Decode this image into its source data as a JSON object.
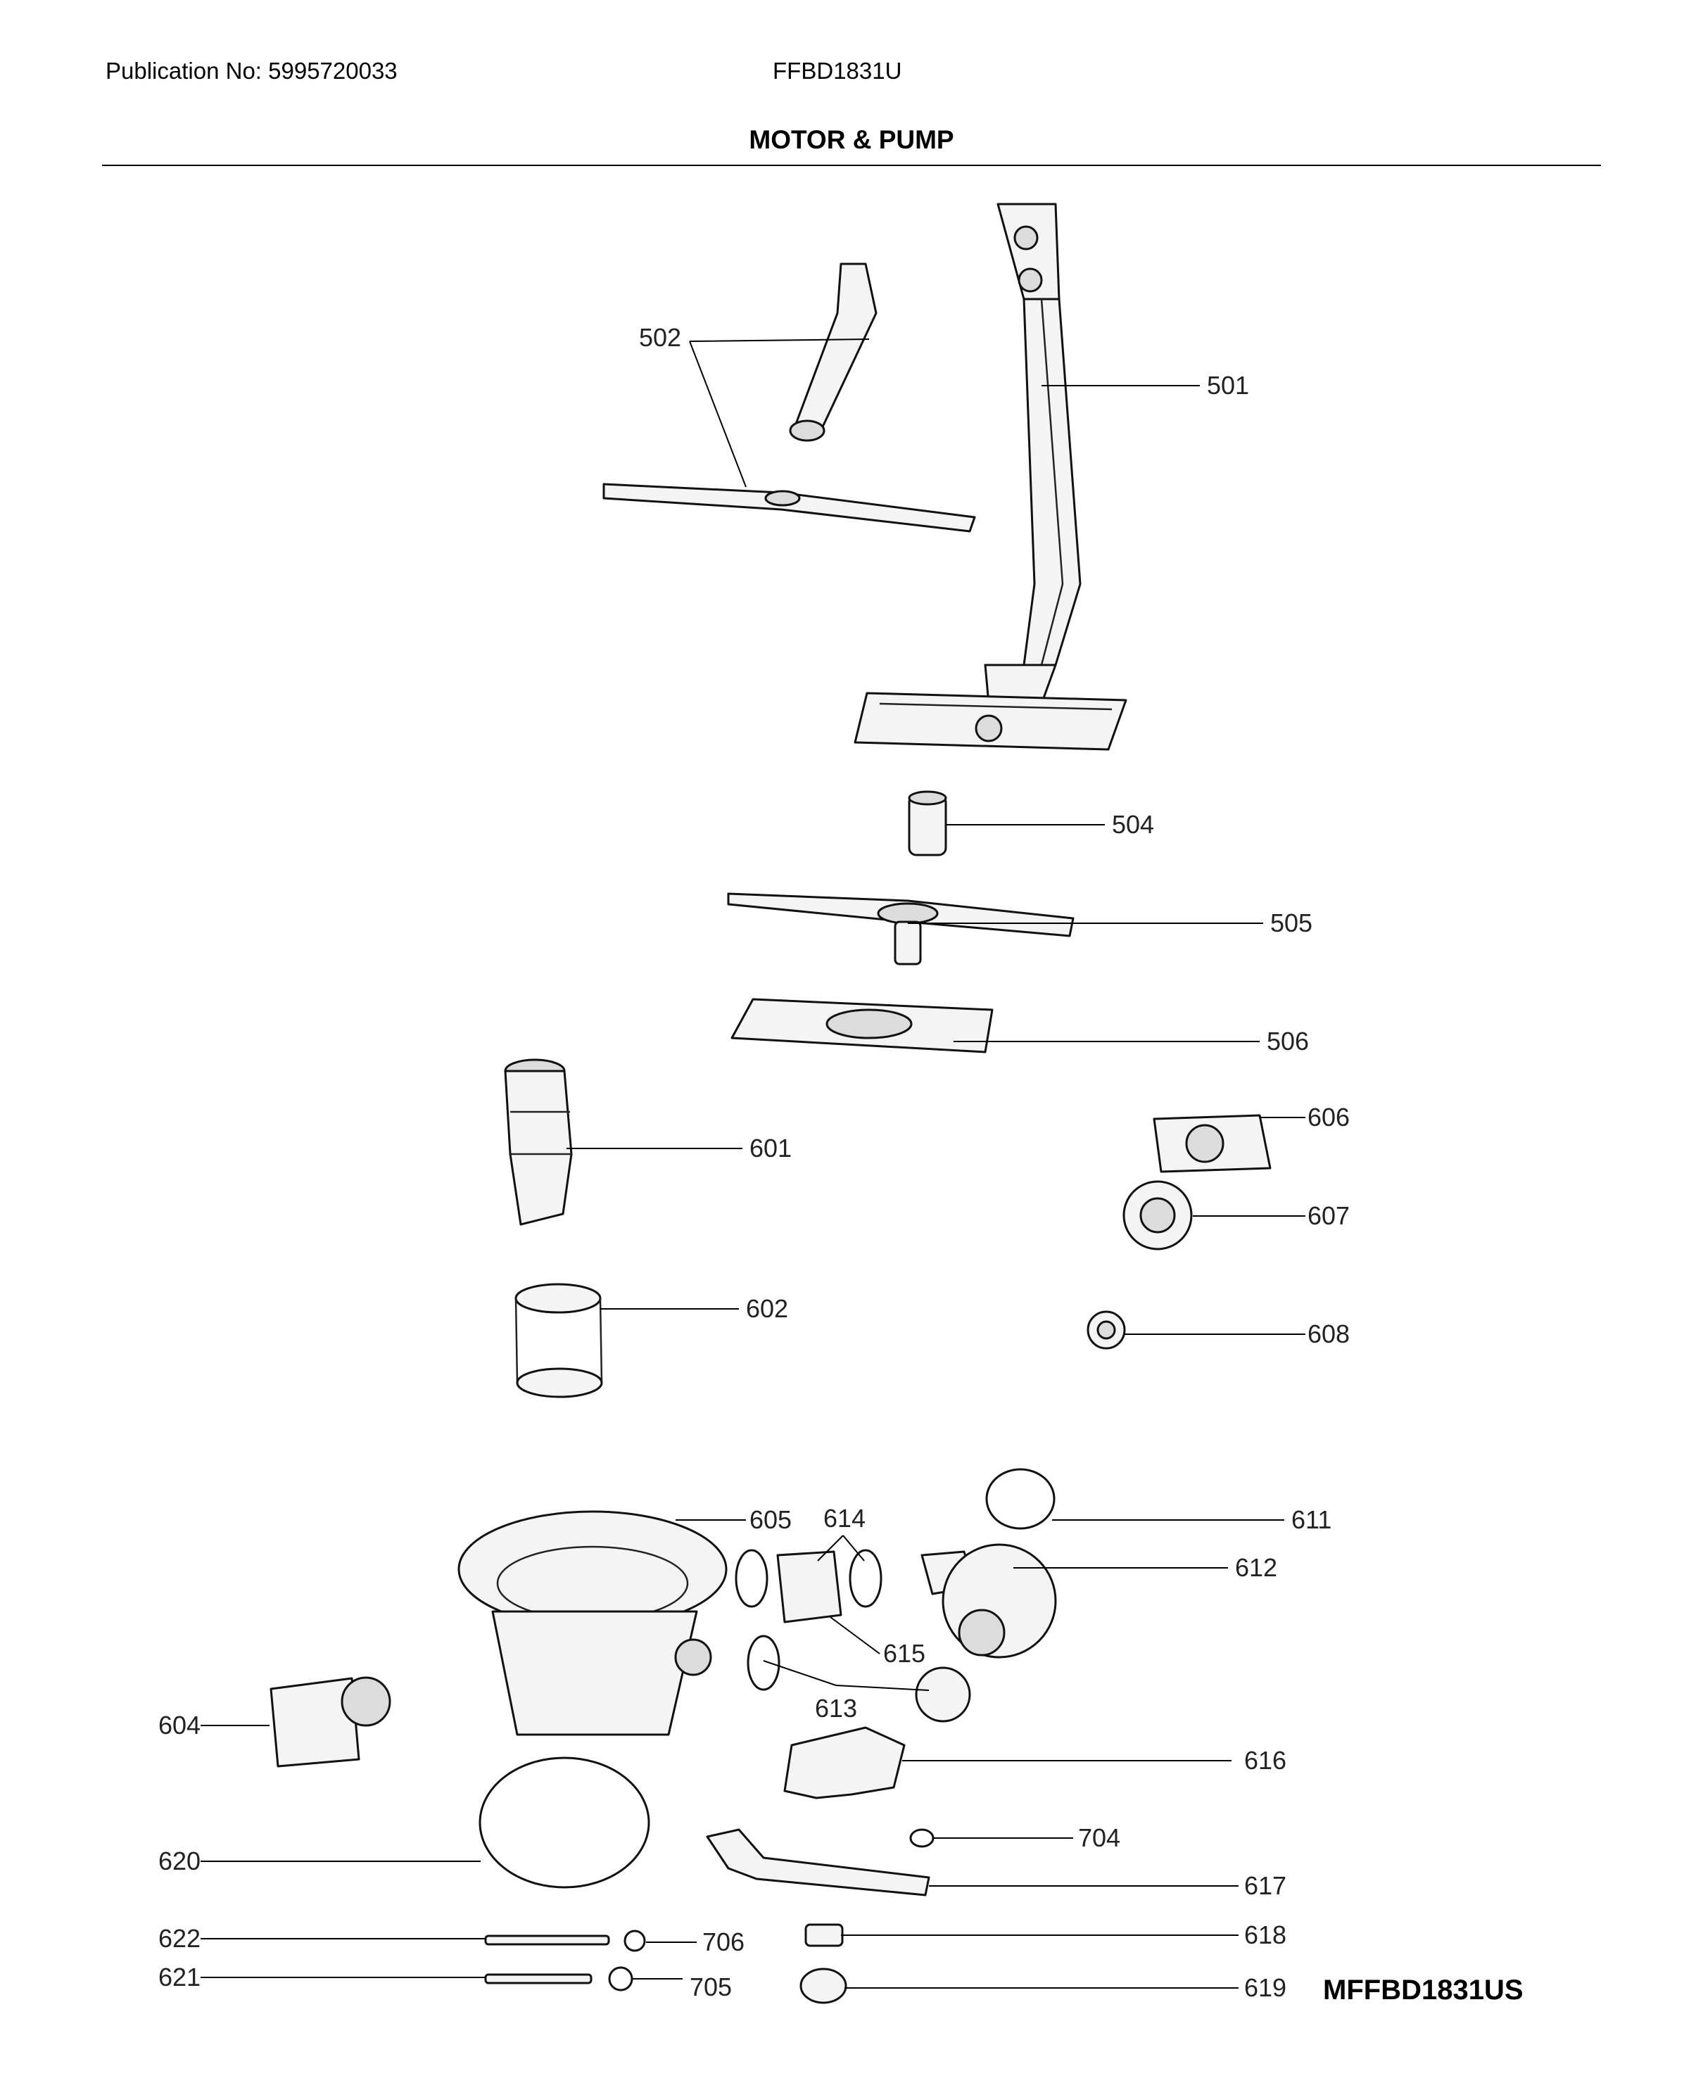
{
  "header": {
    "publication": "Publication No: 5995720033",
    "model": "FFBD1831U",
    "title": "MOTOR & PUMP"
  },
  "diagram_code": "MFFBD1831US",
  "part_labels": {
    "p501": "501",
    "p502": "502",
    "p504": "504",
    "p505": "505",
    "p506": "506",
    "p601": "601",
    "p602": "602",
    "p604": "604",
    "p605": "605",
    "p606": "606",
    "p607": "607",
    "p608": "608",
    "p611": "611",
    "p612": "612",
    "p613": "613",
    "p614": "614",
    "p615": "615",
    "p616": "616",
    "p617": "617",
    "p618": "618",
    "p619": "619",
    "p620": "620",
    "p621": "621",
    "p622": "622",
    "p704": "704",
    "p705": "705",
    "p706": "706"
  }
}
